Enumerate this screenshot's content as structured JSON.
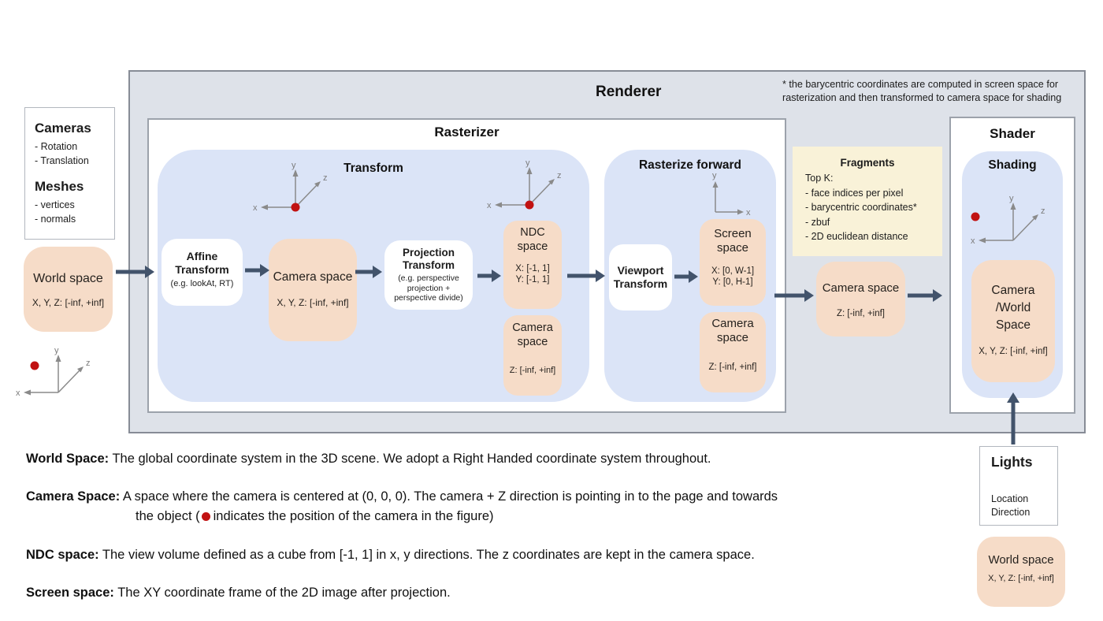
{
  "renderer": {
    "title": "Renderer",
    "note_line1": "* the barycentric coordinates are computed in screen space for",
    "note_line2": "rasterization and then transformed to camera space for shading"
  },
  "left_panel": {
    "cameras": {
      "title": "Cameras",
      "items": [
        "- Rotation",
        "- Translation"
      ],
      "meshes_title": "Meshes",
      "meshes_items": [
        "- vertices",
        "- normals"
      ]
    },
    "world_space": {
      "title": "World space",
      "range": "X, Y, Z: [-inf, +inf]"
    }
  },
  "rasterizer": {
    "title": "Rasterizer",
    "transform_section": {
      "title": "Transform",
      "affine": {
        "line1": "Affine",
        "line2": "Transform",
        "sub": "(e.g. lookAt, RT)"
      },
      "camera_space": {
        "title": "Camera space",
        "range": "X, Y, Z: [-inf, +inf]"
      },
      "projection": {
        "line1": "Projection",
        "line2": "Transform",
        "sub": "(e.g. perspective projection + perspective divide)"
      },
      "ndc": {
        "line1": "NDC",
        "line2": "space",
        "range_x": "X: [-1, 1]",
        "range_y": "Y: [-1, 1]"
      },
      "camera_space_z": {
        "line1": "Camera",
        "line2": "space",
        "range": "Z: [-inf, +inf]"
      }
    },
    "rasterize_forward_section": {
      "title": "Rasterize forward",
      "viewport": {
        "line1": "Viewport",
        "line2": "Transform"
      },
      "screen_space": {
        "line1": "Screen",
        "line2": "space",
        "range_x": "X: [0, W-1]",
        "range_y": "Y: [0, H-1]"
      },
      "camera_space_z": {
        "line1": "Camera",
        "line2": "space",
        "range": "Z: [-inf, +inf]"
      }
    }
  },
  "fragments": {
    "title": "Fragments",
    "items": [
      "Top K:",
      "- face indices per pixel",
      "- barycentric coordinates*",
      "- zbuf",
      "- 2D euclidean distance"
    ]
  },
  "camera_space_out": {
    "title": "Camera space",
    "range": "Z: [-inf, +inf]"
  },
  "shader": {
    "title": "Shader",
    "shading_title": "Shading",
    "camera_world": {
      "line1": "Camera",
      "line2": "/World",
      "line3": "Space",
      "range": "X, Y, Z: [-inf, +inf]"
    }
  },
  "lights": {
    "title": "Lights",
    "items": [
      "Location",
      "Direction"
    ]
  },
  "world_space_right": {
    "title": "World space",
    "range": "X, Y, Z: [-inf, +inf]"
  },
  "definitions": {
    "world": {
      "label": "World Space:",
      "text": "The global coordinate system in the 3D scene. We adopt a Right Handed coordinate system throughout."
    },
    "camera": {
      "label": "Camera Space:",
      "line1": "A space where the camera is centered at (0, 0, 0). The camera + Z direction is pointing in to the page and towards",
      "line2_pre": "the object (",
      "line2_post": "indicates the position of the camera in the figure)"
    },
    "ndc": {
      "label": "NDC space:",
      "text": "The view volume defined as a cube from [-1, 1] in x, y directions. The z coordinates are kept in the camera space."
    },
    "screen": {
      "label": "Screen space:",
      "text": "The XY coordinate frame of the 2D image after projection."
    }
  },
  "axes": {
    "x": "x",
    "y": "y",
    "z": "z"
  },
  "colors": {
    "renderer_bg": "#dee2e9",
    "section_blue": "#dbe4f7",
    "space_peach": "#f6dcc8",
    "fragments_yellow": "#f9f2d8",
    "arrow": "#42536b",
    "camera_dot_red": "#c11212"
  }
}
